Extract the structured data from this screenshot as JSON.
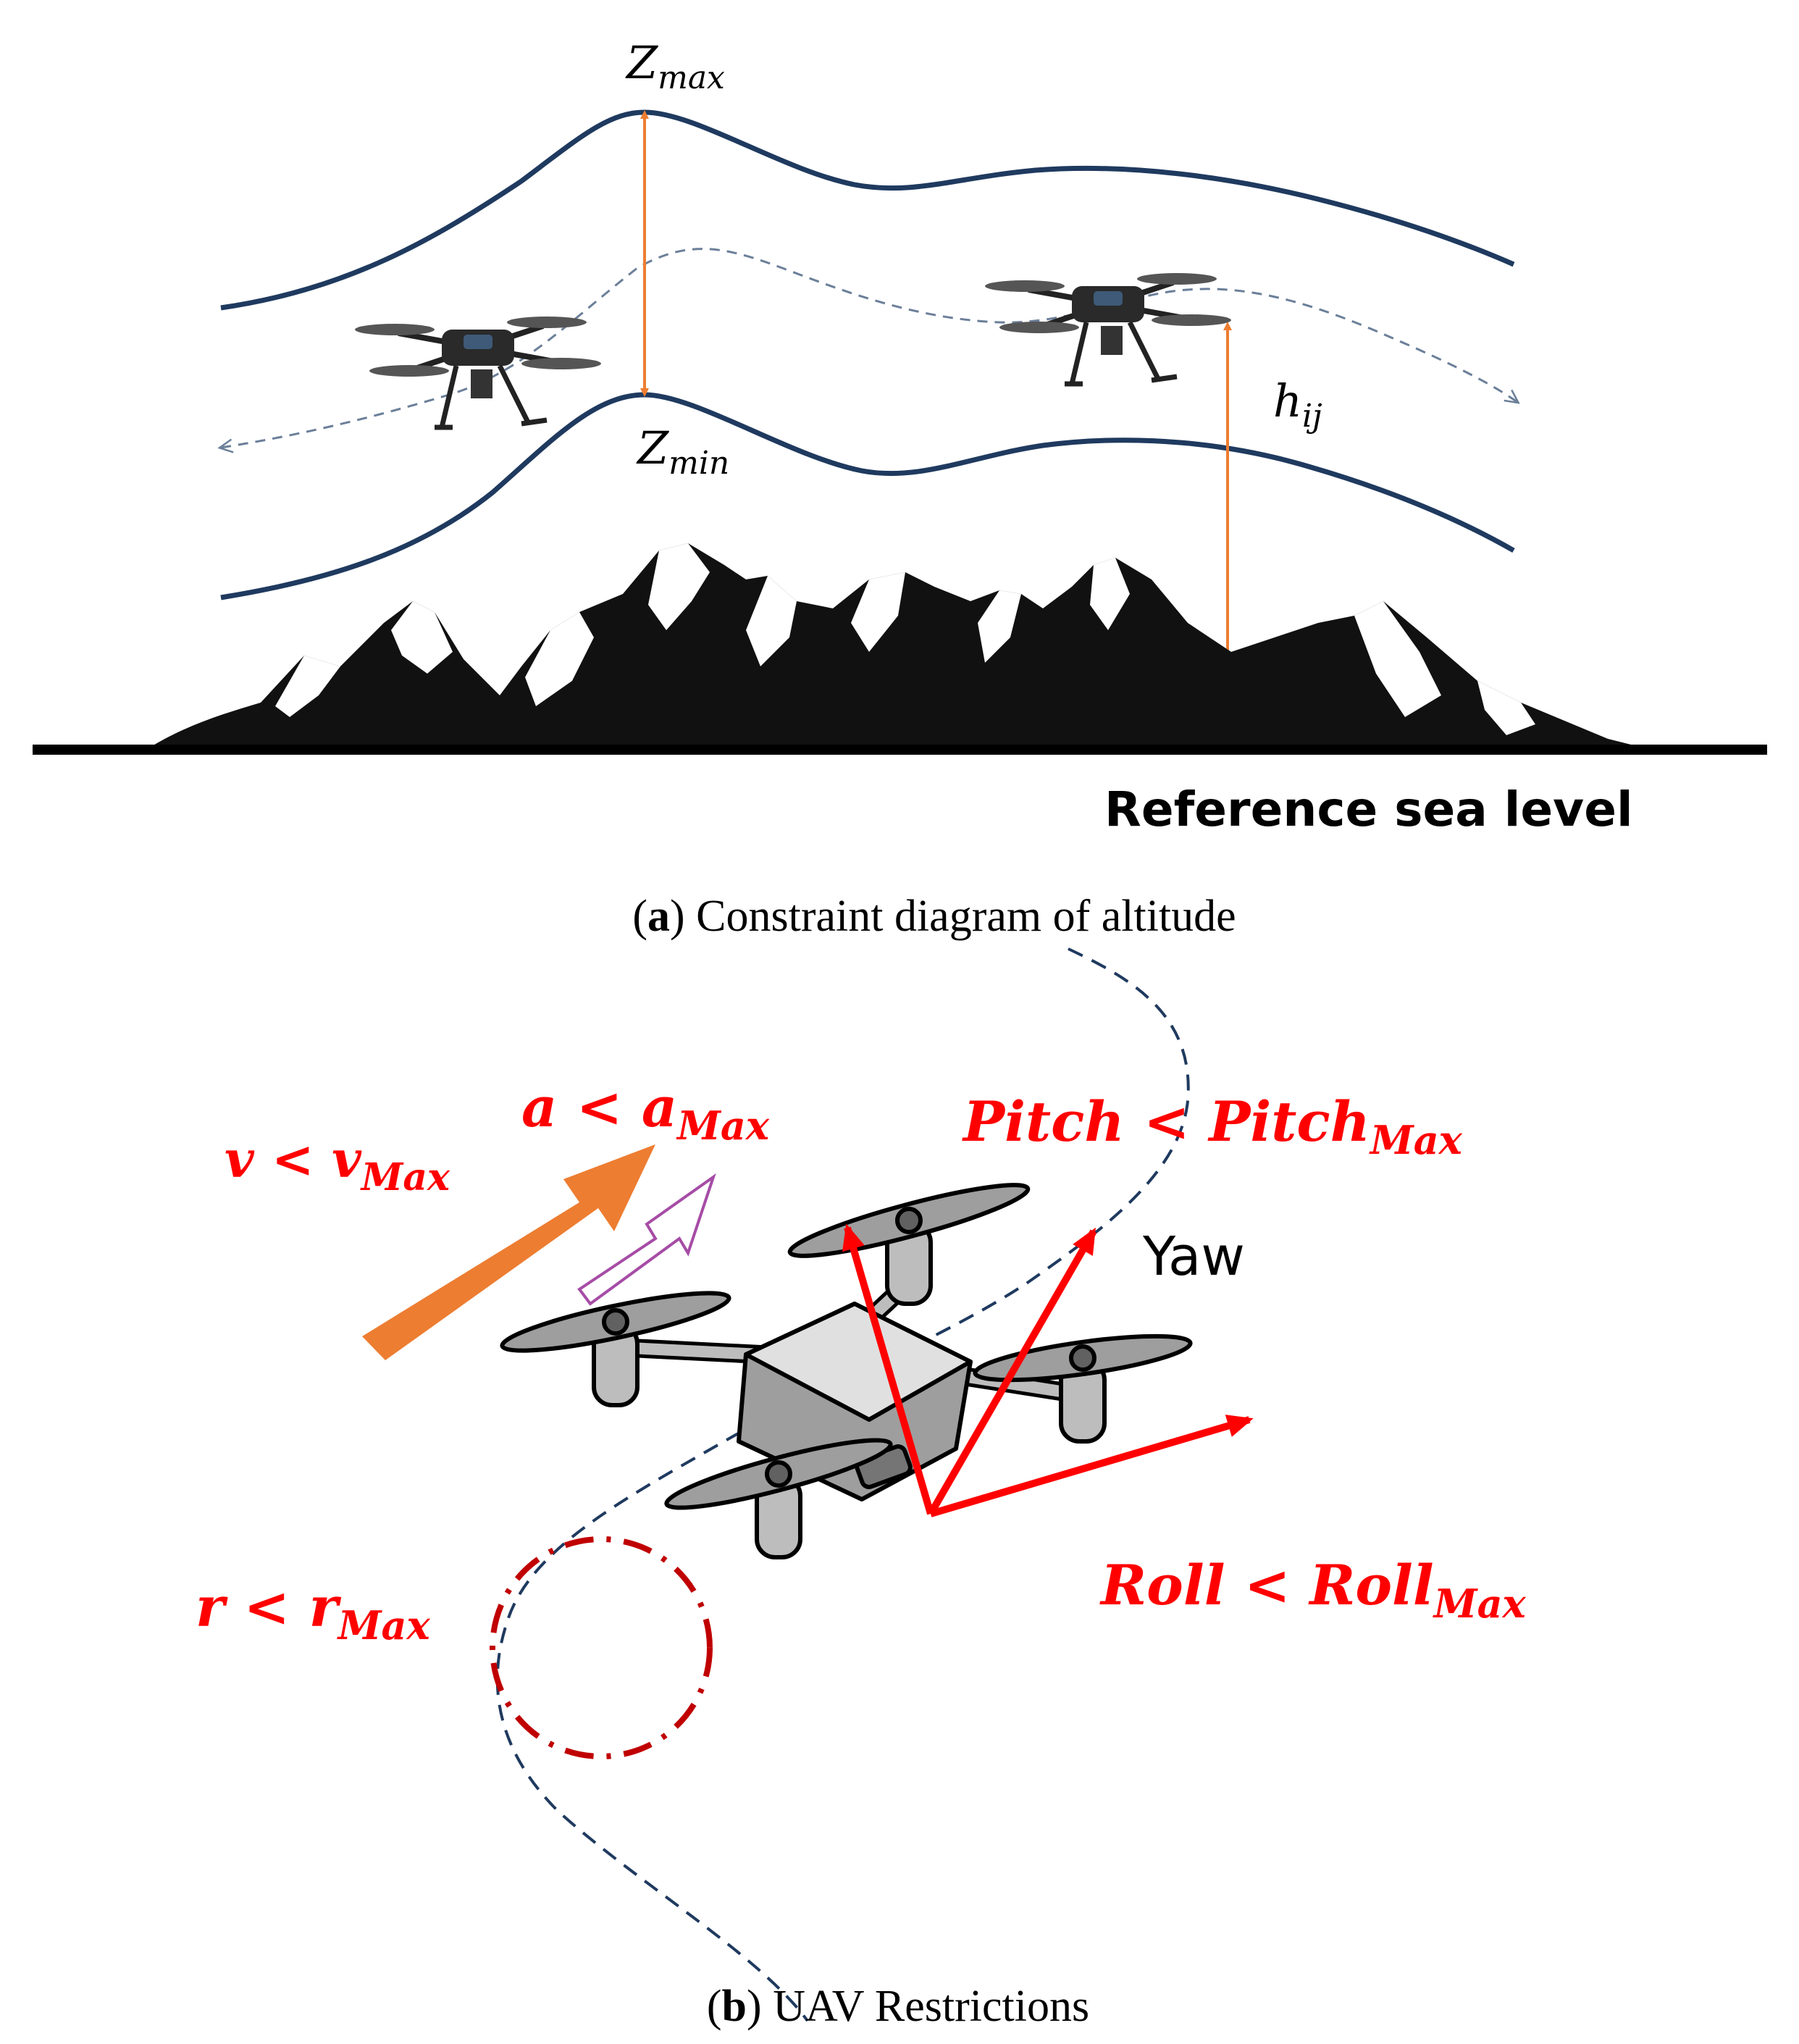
{
  "panel_a": {
    "zmax": {
      "base": "Z",
      "sub": "max"
    },
    "zmin": {
      "base": "Z",
      "sub": "min"
    },
    "hij": {
      "base": "h",
      "sub": "ij"
    },
    "sea_level": "Reference sea level",
    "caption_letter": "a",
    "caption_open": "(",
    "caption_close": ")",
    "caption_text": " Constraint diagram of altitude"
  },
  "panel_b": {
    "velocity": {
      "left": "v",
      "op": " < ",
      "right": "v",
      "sub": "Max"
    },
    "acceleration": {
      "left": "a",
      "op": " < ",
      "right": "a",
      "sub": "Max"
    },
    "pitch": {
      "left": "Pitch",
      "op": " < ",
      "right": "Pitch",
      "sub": "Max"
    },
    "yaw": "Yaw",
    "roll": {
      "left": "Roll",
      "op": " < ",
      "right": "Roll",
      "sub": "Max"
    },
    "radius": {
      "left": "r",
      "op": " < ",
      "right": "r",
      "sub": "Max"
    },
    "caption_letter": "b",
    "caption_open": "(",
    "caption_close": ")",
    "caption_text": " UAV Restrictions"
  },
  "colors": {
    "envelope": "#1f3a5f",
    "arrow_orange": "#ed7d31",
    "constraint_red": "#ff0000",
    "circle_red": "#c00000",
    "accel_arrow": "#a64ca6"
  }
}
